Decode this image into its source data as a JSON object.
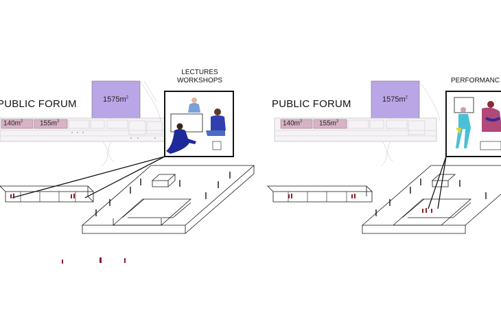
{
  "panels": [
    {
      "title": "PUBLIC FORUM",
      "activity_line1": "LECTURES",
      "activity_line2": "WORKSHOPS",
      "areas": {
        "main": "1575m",
        "room_a": "140m",
        "room_b": "155m"
      },
      "area_superscript": "2"
    },
    {
      "title": "PUBLIC FORUM",
      "activity_line1": "PERFORMANC",
      "areas": {
        "main": "1575m",
        "room_a": "140m",
        "room_b": "155m"
      },
      "area_superscript": "2"
    }
  ],
  "colors": {
    "main_hall_fill": "#b9a6e6",
    "room_fill": "#d7b3c4",
    "plan_lines": "#9a9a9a",
    "axon_lines": "#111111",
    "figures": "#8a1f2a",
    "photo_blue": "#2f3fb0"
  },
  "icons": [
    "person-figure-icon",
    "building-plan-icon",
    "axonometric-icon",
    "photo-collage-icon"
  ]
}
